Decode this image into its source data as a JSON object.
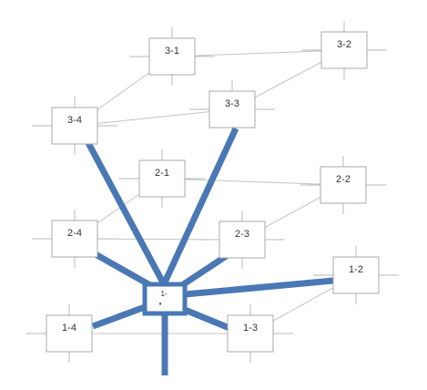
{
  "diagram": {
    "hub": {
      "label_line1": "1-",
      "label_line2": "•"
    },
    "nodes": [
      {
        "id": "3-1",
        "label": "3-1"
      },
      {
        "id": "3-2",
        "label": "3-2"
      },
      {
        "id": "3-3",
        "label": "3-3"
      },
      {
        "id": "3-4",
        "label": "3-4"
      },
      {
        "id": "2-1",
        "label": "2-1"
      },
      {
        "id": "2-2",
        "label": "2-2"
      },
      {
        "id": "2-3",
        "label": "2-3"
      },
      {
        "id": "2-4",
        "label": "2-4"
      },
      {
        "id": "1-2",
        "label": "1-2"
      },
      {
        "id": "1-3",
        "label": "1-3"
      },
      {
        "id": "1-4",
        "label": "1-4"
      }
    ],
    "thin_links": [
      [
        "3-1",
        "3-2"
      ],
      [
        "3-1",
        "3-4"
      ],
      [
        "3-4",
        "3-3"
      ],
      [
        "3-3",
        "3-2"
      ],
      [
        "2-1",
        "2-2"
      ],
      [
        "2-1",
        "2-4"
      ],
      [
        "2-4",
        "2-3"
      ],
      [
        "2-3",
        "2-2"
      ],
      [
        "1-4",
        "1-3"
      ],
      [
        "1-3",
        "1-2"
      ],
      [
        "hub",
        "1-2"
      ]
    ],
    "hub_links": [
      "3-4",
      "3-3",
      "2-4",
      "2-3",
      "1-2",
      "1-3",
      "1-4",
      "bottom"
    ],
    "colors": {
      "link": "#4a78b4",
      "thin_line": "#c4c4c4",
      "node_border": "#a9a9a9",
      "text": "#333333"
    }
  }
}
